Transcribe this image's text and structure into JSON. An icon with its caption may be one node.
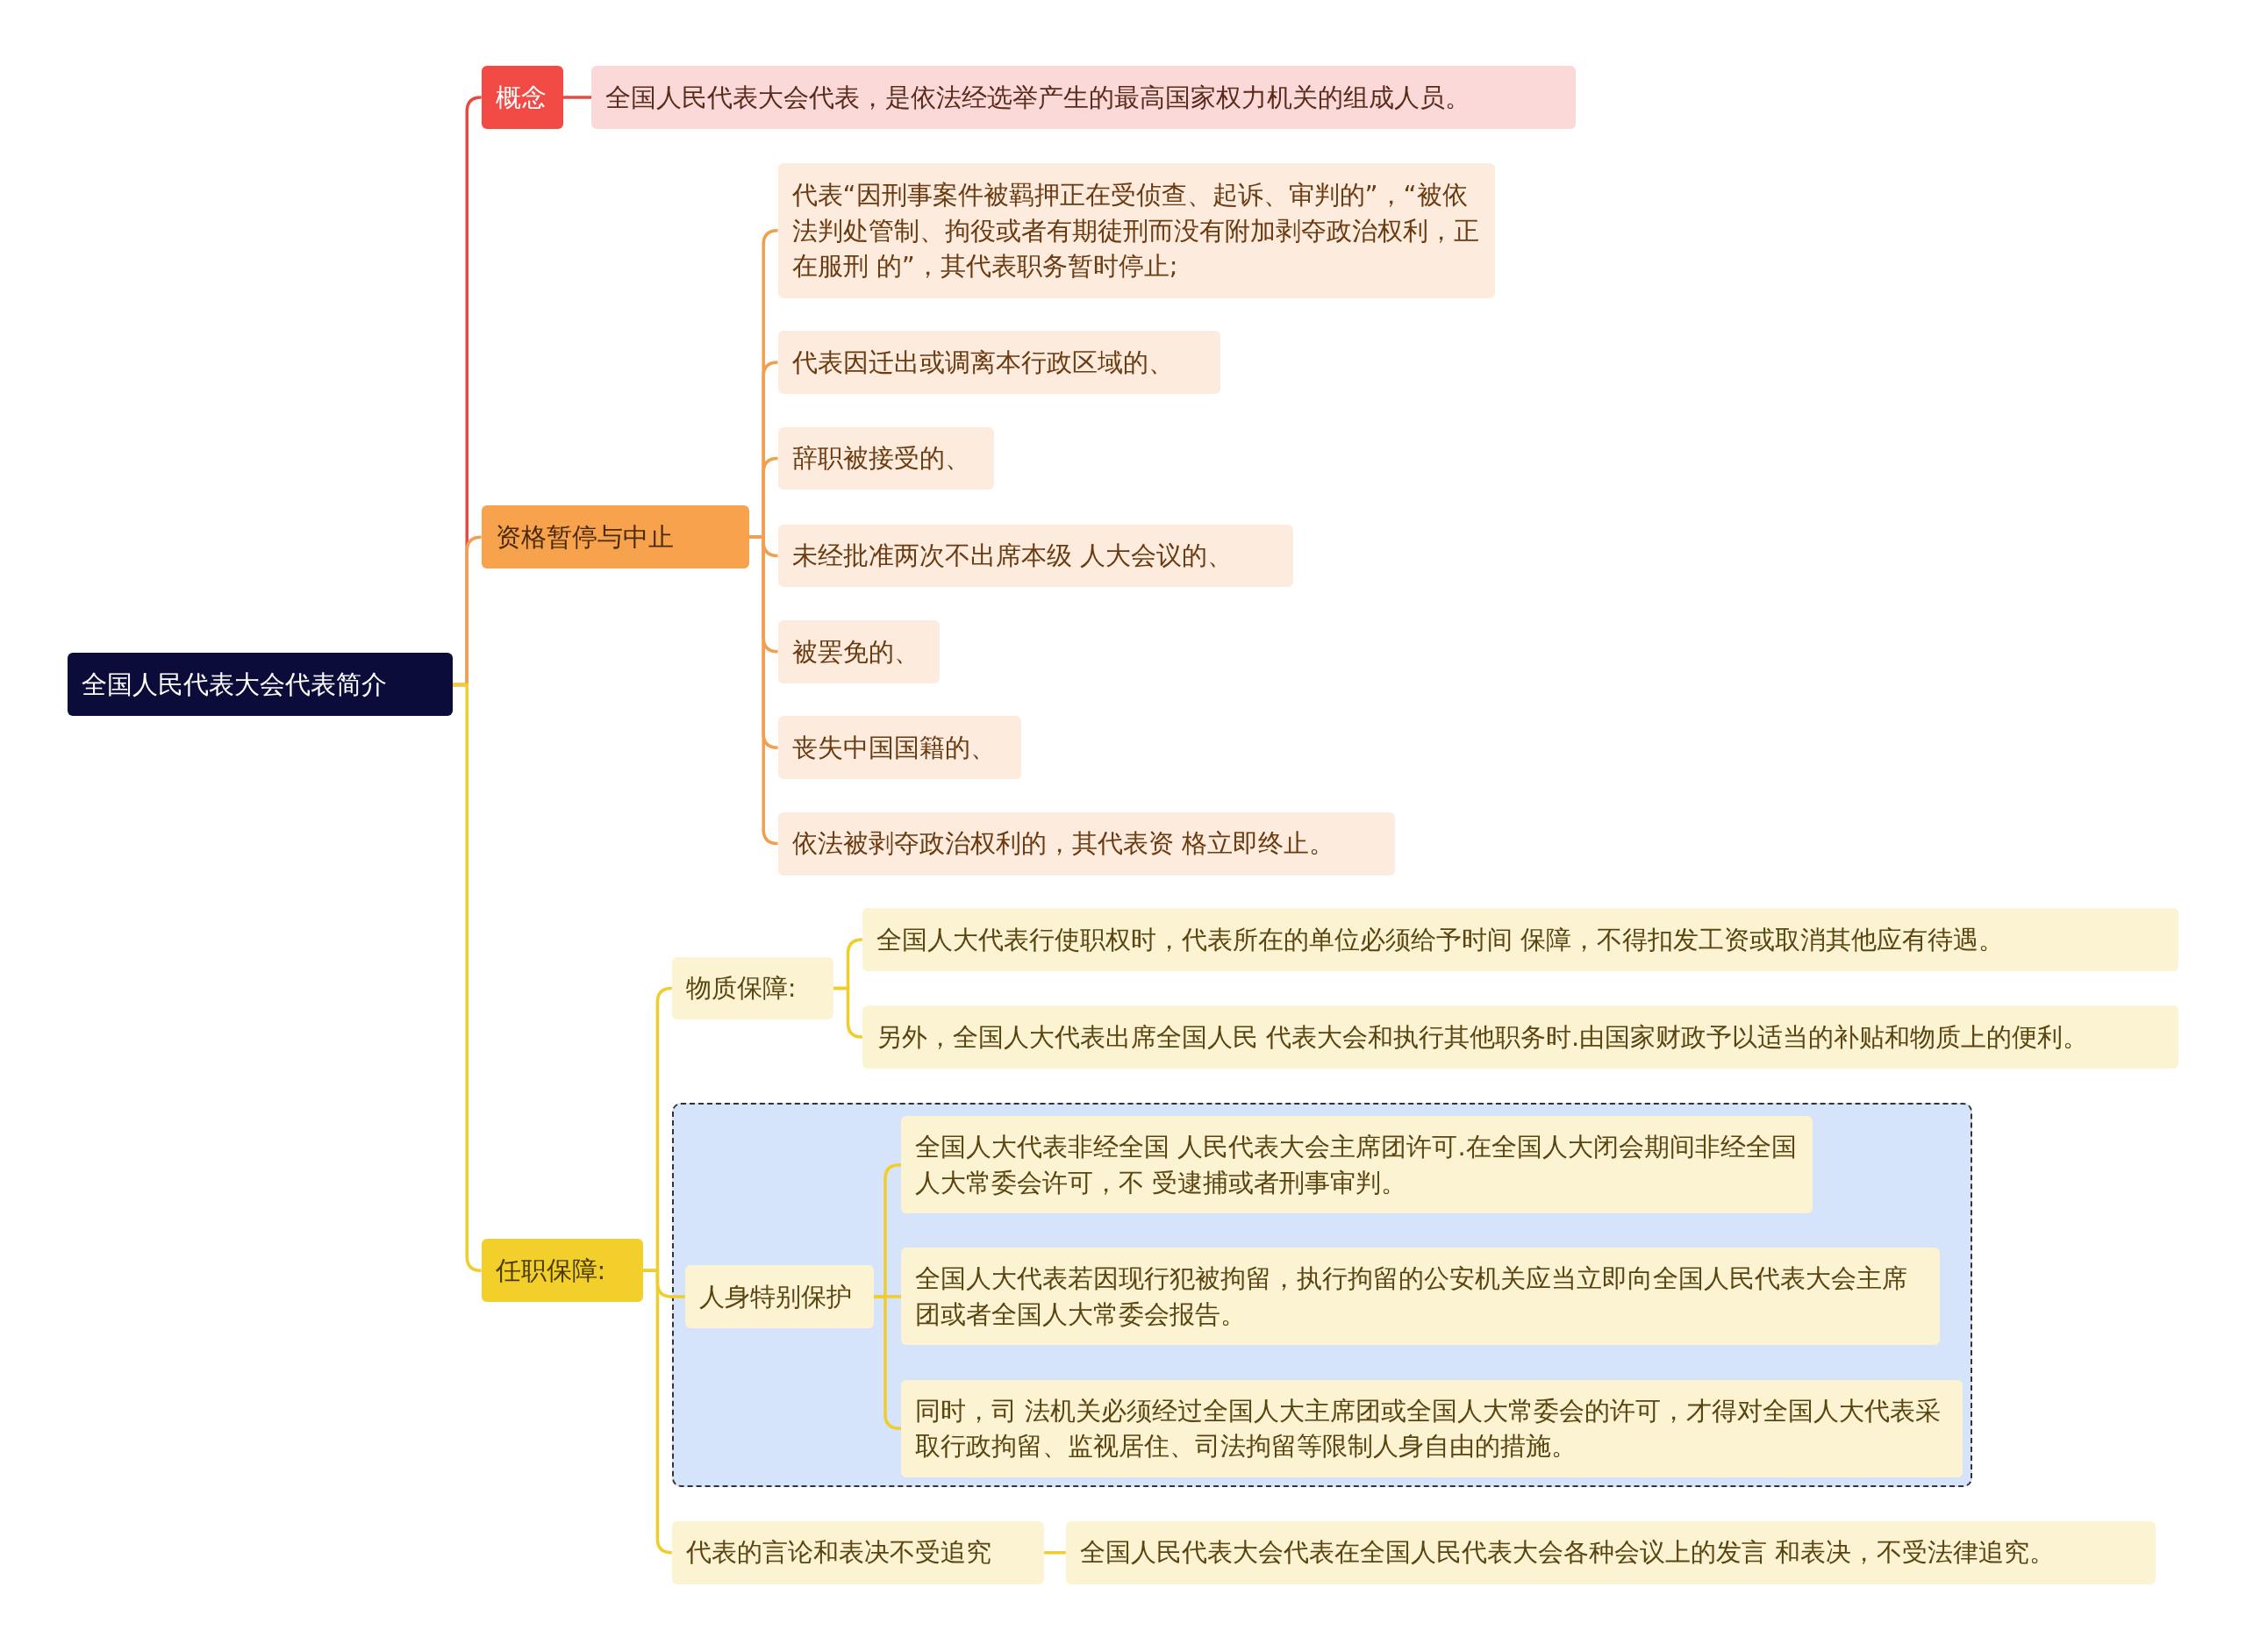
{
  "diagram": {
    "nodes": [
      {
        "text": [
          "全国人民代表大会代表简介"
        ]
      },
      {
        "text": [
          "概念"
        ]
      },
      {
        "text": [
          "全国人民代表大会代表，是依法经选举产生的最高国家权力机关的组成人员。"
        ]
      },
      {
        "text": [
          "资格暂停与中止"
        ]
      },
      {
        "text": [
          "代表“因刑事案件被羁押正在受侦查、起诉、审判的”，“被依法判处管制、拘役或者有期徒刑而没有附加剥夺政治权利，正在服刑 的”，其代表职务暂时停止;"
        ]
      },
      {
        "text": [
          "代表因迁出或调离本行政区域的、"
        ]
      },
      {
        "text": [
          "辞职被接受的、"
        ]
      },
      {
        "text": [
          "未经批准两次不出席本级 人大会议的、"
        ]
      },
      {
        "text": [
          "被罢免的、"
        ]
      },
      {
        "text": [
          "丧失中国国籍的、"
        ]
      },
      {
        "text": [
          "依法被剥夺政治权利的，其代表资 格立即终止。"
        ]
      },
      {
        "text": [
          "任职保障:"
        ]
      },
      {
        "text": [
          "物质保障:"
        ]
      },
      {
        "text": [
          "全国人大代表行使职权时，代表所在的单位必须给予时间 保障，不得扣发工资或取消其他应有待遇。"
        ]
      },
      {
        "text": [
          "另外，全国人大代表出席全国人民 代表大会和执行其他职务时.由国家财政予以适当的补贴和物质上的便利。"
        ]
      },
      {
        "text": [],
        "shape": "box"
      },
      {
        "text": [
          "人身特别保护"
        ],
        "in": 15
      },
      {
        "text": [
          "全国人大代表非经全国 人民代表大会主席团许可.在全国人大闭会期间非经全国人大常委会许可，不 受逮捕或者刑事审判。"
        ],
        "in": 15
      },
      {
        "text": [
          "全国人大代表若因现行犯被拘留，执行拘留的公安机关应当立即向全国人民代表大会主席团或者全国人大常委会报告。"
        ],
        "in": 15
      },
      {
        "text": [
          "同时，司 法机关必须经过全国人大主席团或全国人大常委会的许可，才得对全国人大代表采取行政拘留、监视居住、司法拘留等限制人身自由的措施。"
        ],
        "in": 15
      },
      {
        "text": [
          "代表的言论和表决不受追究"
        ]
      },
      {
        "text": [
          "全国人民代表大会代表在全国人民代表大会各种会议上的发言 和表决，不受法律追究。"
        ]
      }
    ],
    "edges": [
      {
        "from": 0,
        "to": 1,
        "arrow": "none",
        "color": "#e84a3f"
      },
      {
        "from": 0,
        "to": 3,
        "arrow": "none",
        "color": "#f0a050"
      },
      {
        "from": 0,
        "to": 11,
        "arrow": "none"
      },
      {
        "from": 1,
        "to": 2,
        "arrow": "none",
        "color": "#e84a3f"
      },
      {
        "from": 3,
        "to": 4,
        "arrow": "none",
        "color": "#f0a050"
      },
      {
        "from": 3,
        "to": 5,
        "arrow": "none",
        "color": "#f0a050"
      },
      {
        "from": 3,
        "to": 6,
        "arrow": "none",
        "color": "#f0a050"
      },
      {
        "from": 3,
        "to": 7,
        "arrow": "none",
        "color": "#f0a050"
      },
      {
        "from": 3,
        "to": 8,
        "arrow": "none",
        "color": "#f0a050"
      },
      {
        "from": 3,
        "to": 9,
        "arrow": "none",
        "color": "#f0a050"
      },
      {
        "from": 3,
        "to": 10,
        "arrow": "none",
        "color": "#f0a050"
      },
      {
        "from": 11,
        "to": 12,
        "arrow": "none"
      },
      {
        "from": 11,
        "to": 16,
        "arrow": "none"
      },
      {
        "from": 11,
        "to": 20,
        "arrow": "none"
      },
      {
        "from": 12,
        "to": 13,
        "arrow": "none"
      },
      {
        "from": 12,
        "to": 14,
        "arrow": "none"
      },
      {
        "from": 16,
        "to": 17,
        "arrow": "none"
      },
      {
        "from": 16,
        "to": 18,
        "arrow": "none"
      },
      {
        "from": 16,
        "to": 19,
        "arrow": "none"
      },
      {
        "from": 20,
        "to": 21,
        "arrow": "none"
      }
    ]
  }
}
